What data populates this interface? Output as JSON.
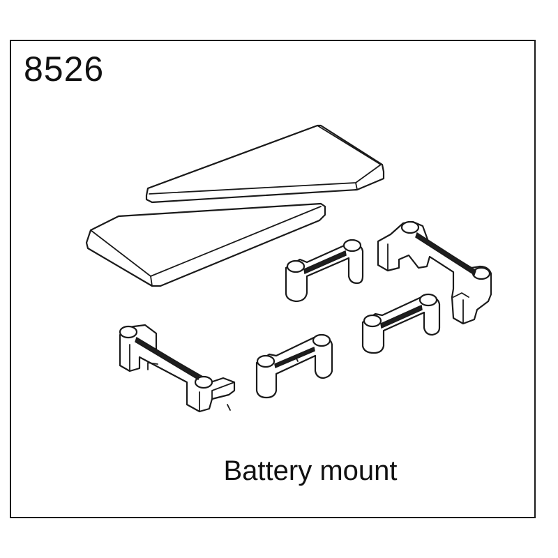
{
  "part_number": "8526",
  "caption": "Battery mount",
  "parts": [
    {
      "name": "battery-plate",
      "count": 2
    },
    {
      "name": "battery-post",
      "count": 3
    },
    {
      "name": "battery-bracket",
      "count": 2
    }
  ],
  "colors": {
    "line": "#1a1a1a",
    "background": "#ffffff"
  }
}
